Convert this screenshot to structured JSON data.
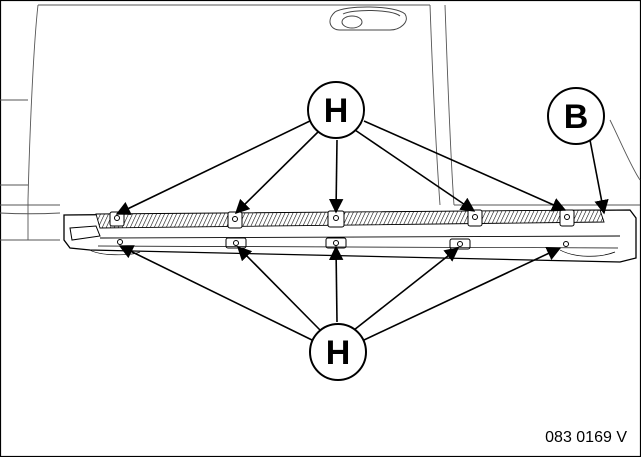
{
  "callouts": {
    "top_h": "H",
    "b": "B",
    "bottom_h": "H"
  },
  "figure_id": "083 0169 V",
  "colors": {
    "line": "#000000",
    "background": "#ffffff"
  }
}
